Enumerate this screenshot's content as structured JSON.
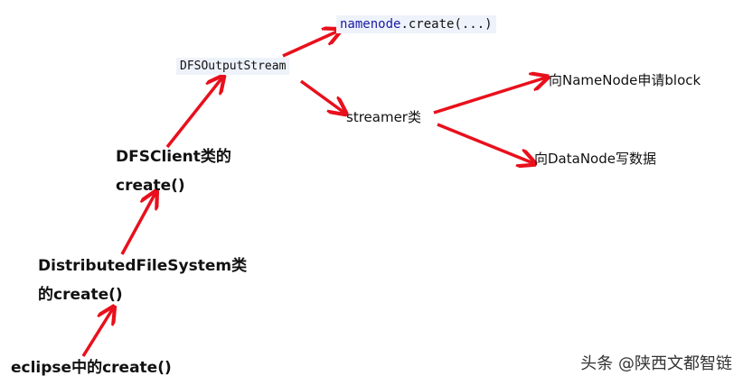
{
  "nodes": {
    "eclipse": "eclipse中的create()",
    "dfs_line1": "DistributedFileSystem类",
    "dfs_line2": "的create()",
    "client_line1": "DFSClient类的",
    "client_line2": "create()",
    "output_stream": "DFSOutputStream",
    "namenode_prefix": "namenode",
    "namenode_suffix": ".create(...)",
    "streamer": "streamer类",
    "apply_block": "向NameNode申请block",
    "write_data": "向DataNode写数据"
  },
  "watermark": "头条 @陕西文都智链",
  "colors": {
    "arrow": "#e8101c",
    "namenode_text": "#1a1aa6",
    "code_background": "#eef2fa"
  }
}
